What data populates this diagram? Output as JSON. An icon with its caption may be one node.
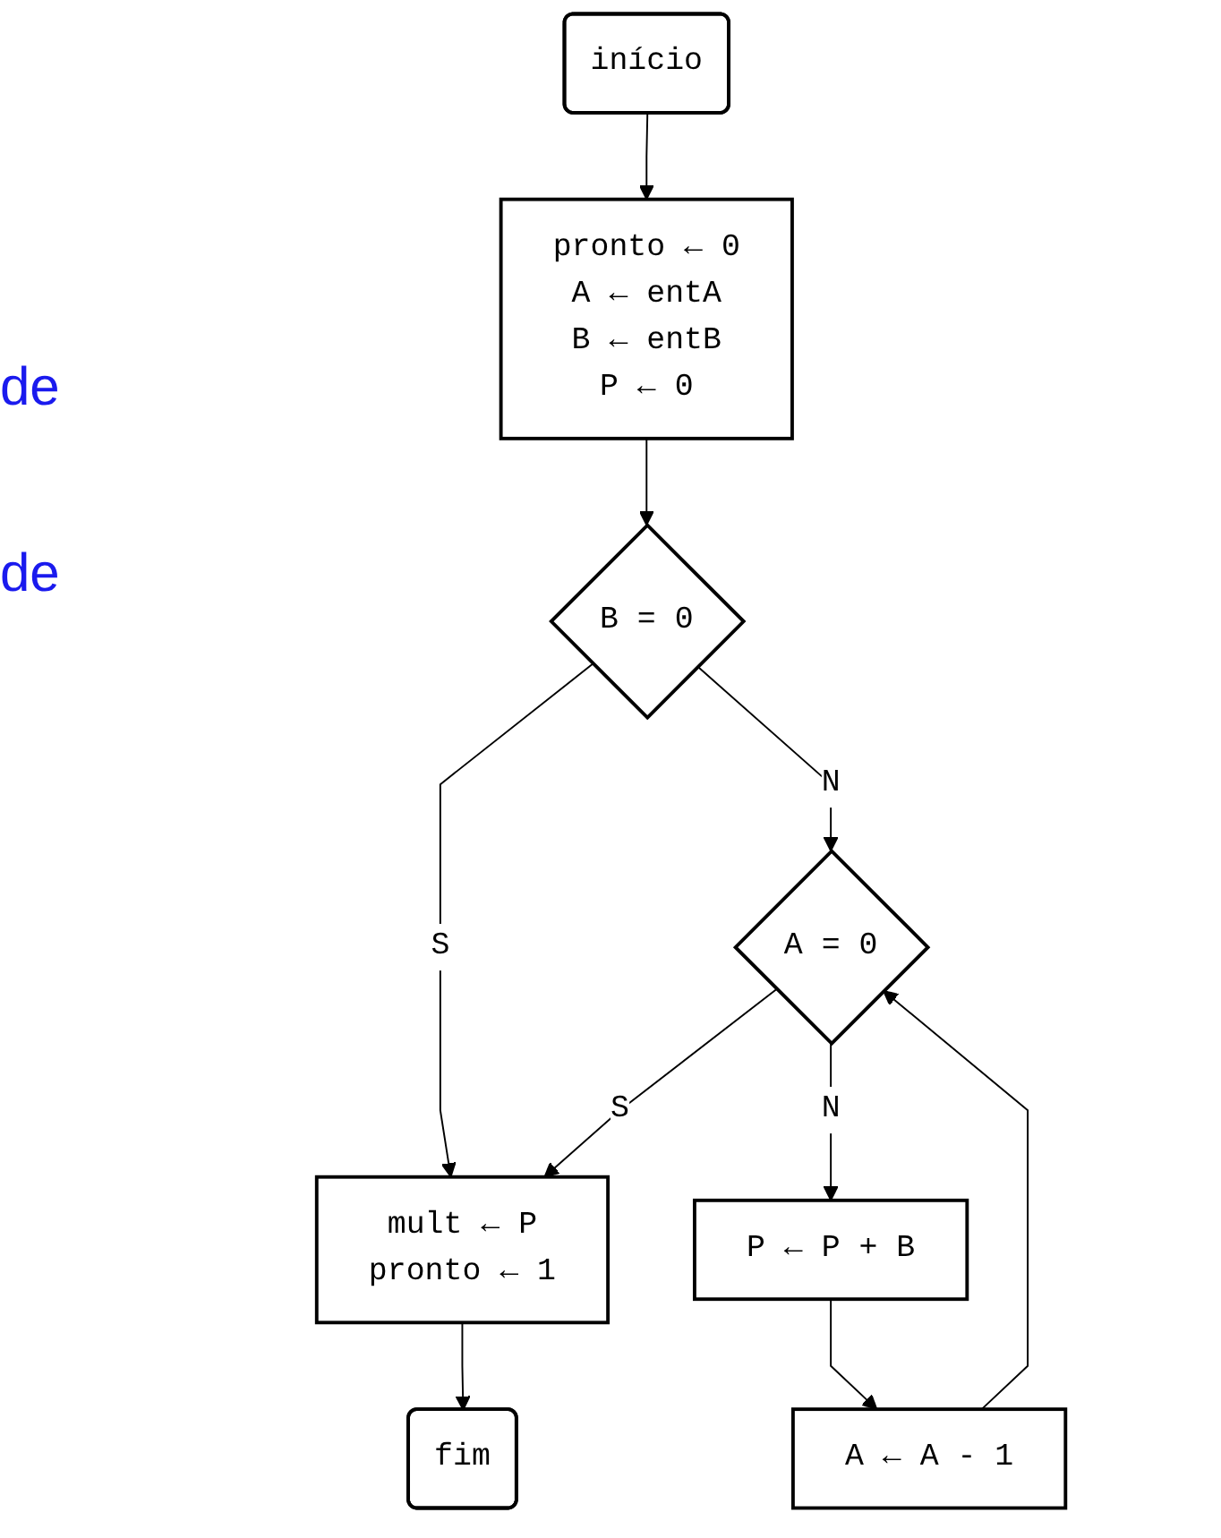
{
  "diagram": {
    "nodes": [
      {
        "text": [
          "início"
        ]
      },
      {
        "text": [
          "pronto ← 0",
          "A ← entA",
          "B ← entB",
          "P ← 0"
        ]
      },
      {
        "text": [
          "B = 0"
        ]
      },
      {
        "text": [
          "A = 0"
        ]
      },
      {
        "text": [
          "P ← P + B"
        ]
      },
      {
        "text": [
          "A ← A - 1"
        ]
      },
      {
        "text": [
          "mult ← P",
          "pronto ← 1"
        ]
      },
      {
        "text": [
          "fim"
        ]
      }
    ],
    "edges": [
      {
        "from": 0,
        "to": 1,
        "arrow": "to"
      },
      {
        "from": 1,
        "to": 2,
        "arrow": "to"
      },
      {
        "from": 2,
        "to": 3,
        "label": "N",
        "arrow": "to"
      },
      {
        "from": 2,
        "to": 6,
        "label": "S",
        "arrow": "to"
      },
      {
        "from": 3,
        "to": 6,
        "label": "S",
        "arrow": "to"
      },
      {
        "from": 3,
        "to": 4,
        "label": "N",
        "arrow": "to"
      },
      {
        "from": 4,
        "to": 5,
        "arrow": "to"
      },
      {
        "from": 5,
        "to": 3,
        "arrow": "to"
      },
      {
        "from": 6,
        "to": 7,
        "arrow": "to"
      }
    ],
    "labels": [
      "de",
      "de"
    ]
  }
}
